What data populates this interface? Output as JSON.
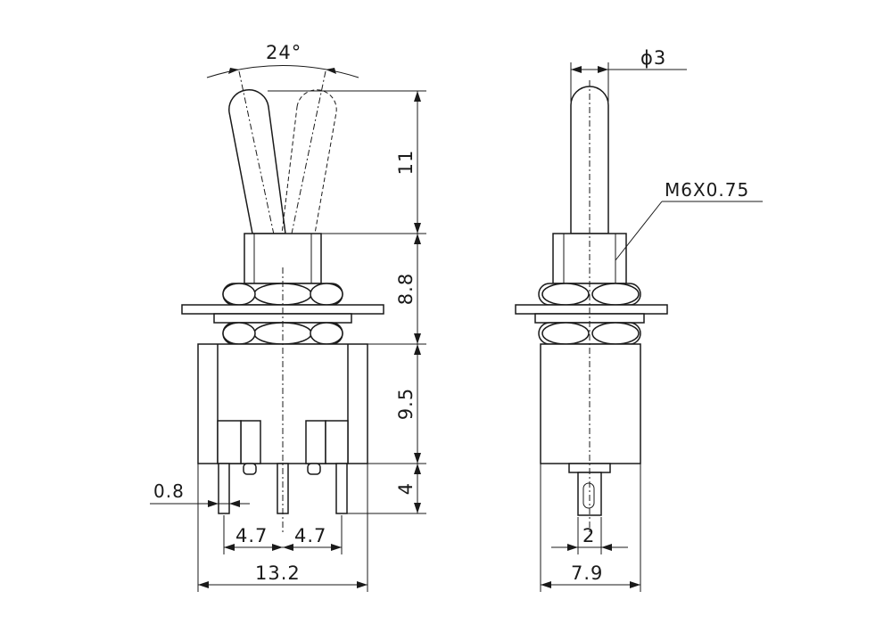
{
  "diagram": {
    "side_view": {
      "dims": {
        "lever_angle": "24°",
        "lever_height": "11",
        "bushing_height": "8.8",
        "body_height": "9.5",
        "terminal_length": "4",
        "terminal_thickness": "0.8",
        "pitch_left": "4.7",
        "pitch_right": "4.7",
        "body_width": "13.2"
      }
    },
    "front_view": {
      "dims": {
        "lever_diameter": "ϕ3",
        "thread": "M6X0.75",
        "terminal_width": "2",
        "body_width": "7.9"
      }
    }
  }
}
